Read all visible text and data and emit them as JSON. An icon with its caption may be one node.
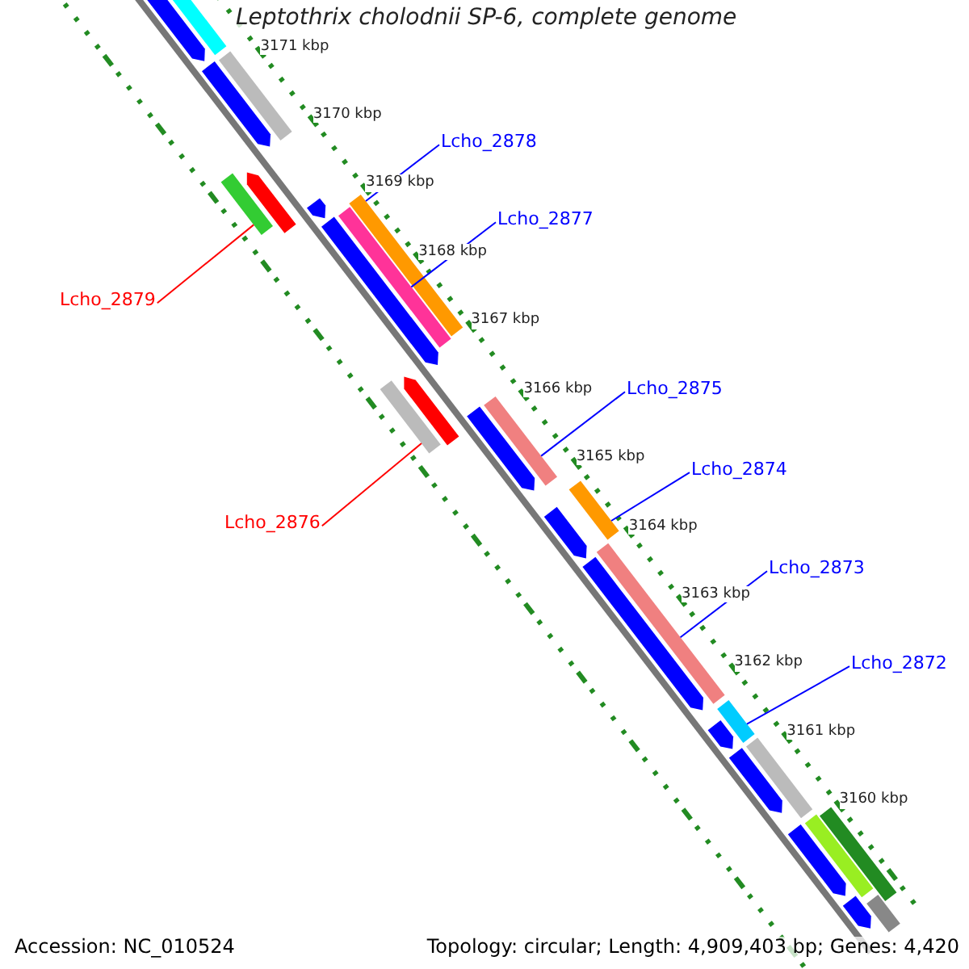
{
  "diagram": {
    "title": "Leptothrix cholodnii SP-6, complete genome",
    "nodes": [
      {
        "text": [
          "Lcho_2878"
        ]
      },
      {
        "text": [],
        "shape": "bar"
      },
      {
        "text": [
          "Lcho_2877"
        ]
      },
      {
        "text": [],
        "shape": "bar"
      },
      {
        "text": [
          "Lcho_2879"
        ]
      },
      {
        "text": [],
        "shape": "bar"
      },
      {
        "text": [
          "Lcho_2875"
        ]
      },
      {
        "text": [],
        "shape": "bar"
      },
      {
        "text": [
          "Lcho_2876"
        ]
      },
      {
        "text": [],
        "shape": "bar"
      },
      {
        "text": [
          "Lcho_2874"
        ]
      },
      {
        "text": [],
        "shape": "bar"
      },
      {
        "text": [
          "Lcho_2873"
        ]
      },
      {
        "text": [],
        "shape": "bar"
      },
      {
        "text": [
          "Lcho_2872"
        ]
      },
      {
        "text": [],
        "shape": "bar"
      },
      {
        "text": [],
        "shape": "arrow"
      },
      {
        "text": [],
        "shape": "bar"
      },
      {
        "text": [],
        "shape": "arrow"
      },
      {
        "text": [],
        "shape": "bar"
      },
      {
        "text": [],
        "shape": "arrow"
      },
      {
        "text": [],
        "shape": "arrow"
      },
      {
        "text": [],
        "shape": "arrow"
      },
      {
        "text": [],
        "shape": "arrow"
      },
      {
        "text": [],
        "shape": "arrow"
      },
      {
        "text": [],
        "shape": "arrow"
      },
      {
        "text": [],
        "shape": "arrow"
      },
      {
        "text": [],
        "shape": "arrow"
      },
      {
        "text": [],
        "shape": "arrow"
      },
      {
        "text": [],
        "shape": "bar"
      },
      {
        "text": [],
        "shape": "arrow"
      },
      {
        "text": [],
        "shape": "bar"
      },
      {
        "text": [],
        "shape": "bar"
      },
      {
        "text": [],
        "shape": "arrow"
      },
      {
        "text": [],
        "shape": "bar"
      }
    ],
    "edges": [
      {
        "from": 0,
        "to": 1,
        "arrow": "none"
      },
      {
        "from": 2,
        "to": 3,
        "arrow": "none"
      },
      {
        "from": 4,
        "to": 5,
        "arrow": "none",
        "color": "#ff0000"
      },
      {
        "from": 6,
        "to": 7,
        "arrow": "none"
      },
      {
        "from": 8,
        "to": 9,
        "arrow": "none",
        "color": "#ff0000"
      },
      {
        "from": 10,
        "to": 11,
        "arrow": "none"
      },
      {
        "from": 12,
        "to": 13,
        "arrow": "none"
      },
      {
        "from": 14,
        "to": 15,
        "arrow": "none"
      }
    ],
    "labels": [
      "3171 kbp",
      "3170 kbp",
      "3169 kbp",
      "3168 kbp",
      "3167 kbp",
      "3166 kbp",
      "3165 kbp",
      "3164 kbp",
      "3163 kbp",
      "3162 kbp",
      "3161 kbp",
      "3160 kbp",
      "Accession: NC_010524",
      "Topology: circular; Length: 4,909,403 bp; Genes: 4,420"
    ]
  }
}
